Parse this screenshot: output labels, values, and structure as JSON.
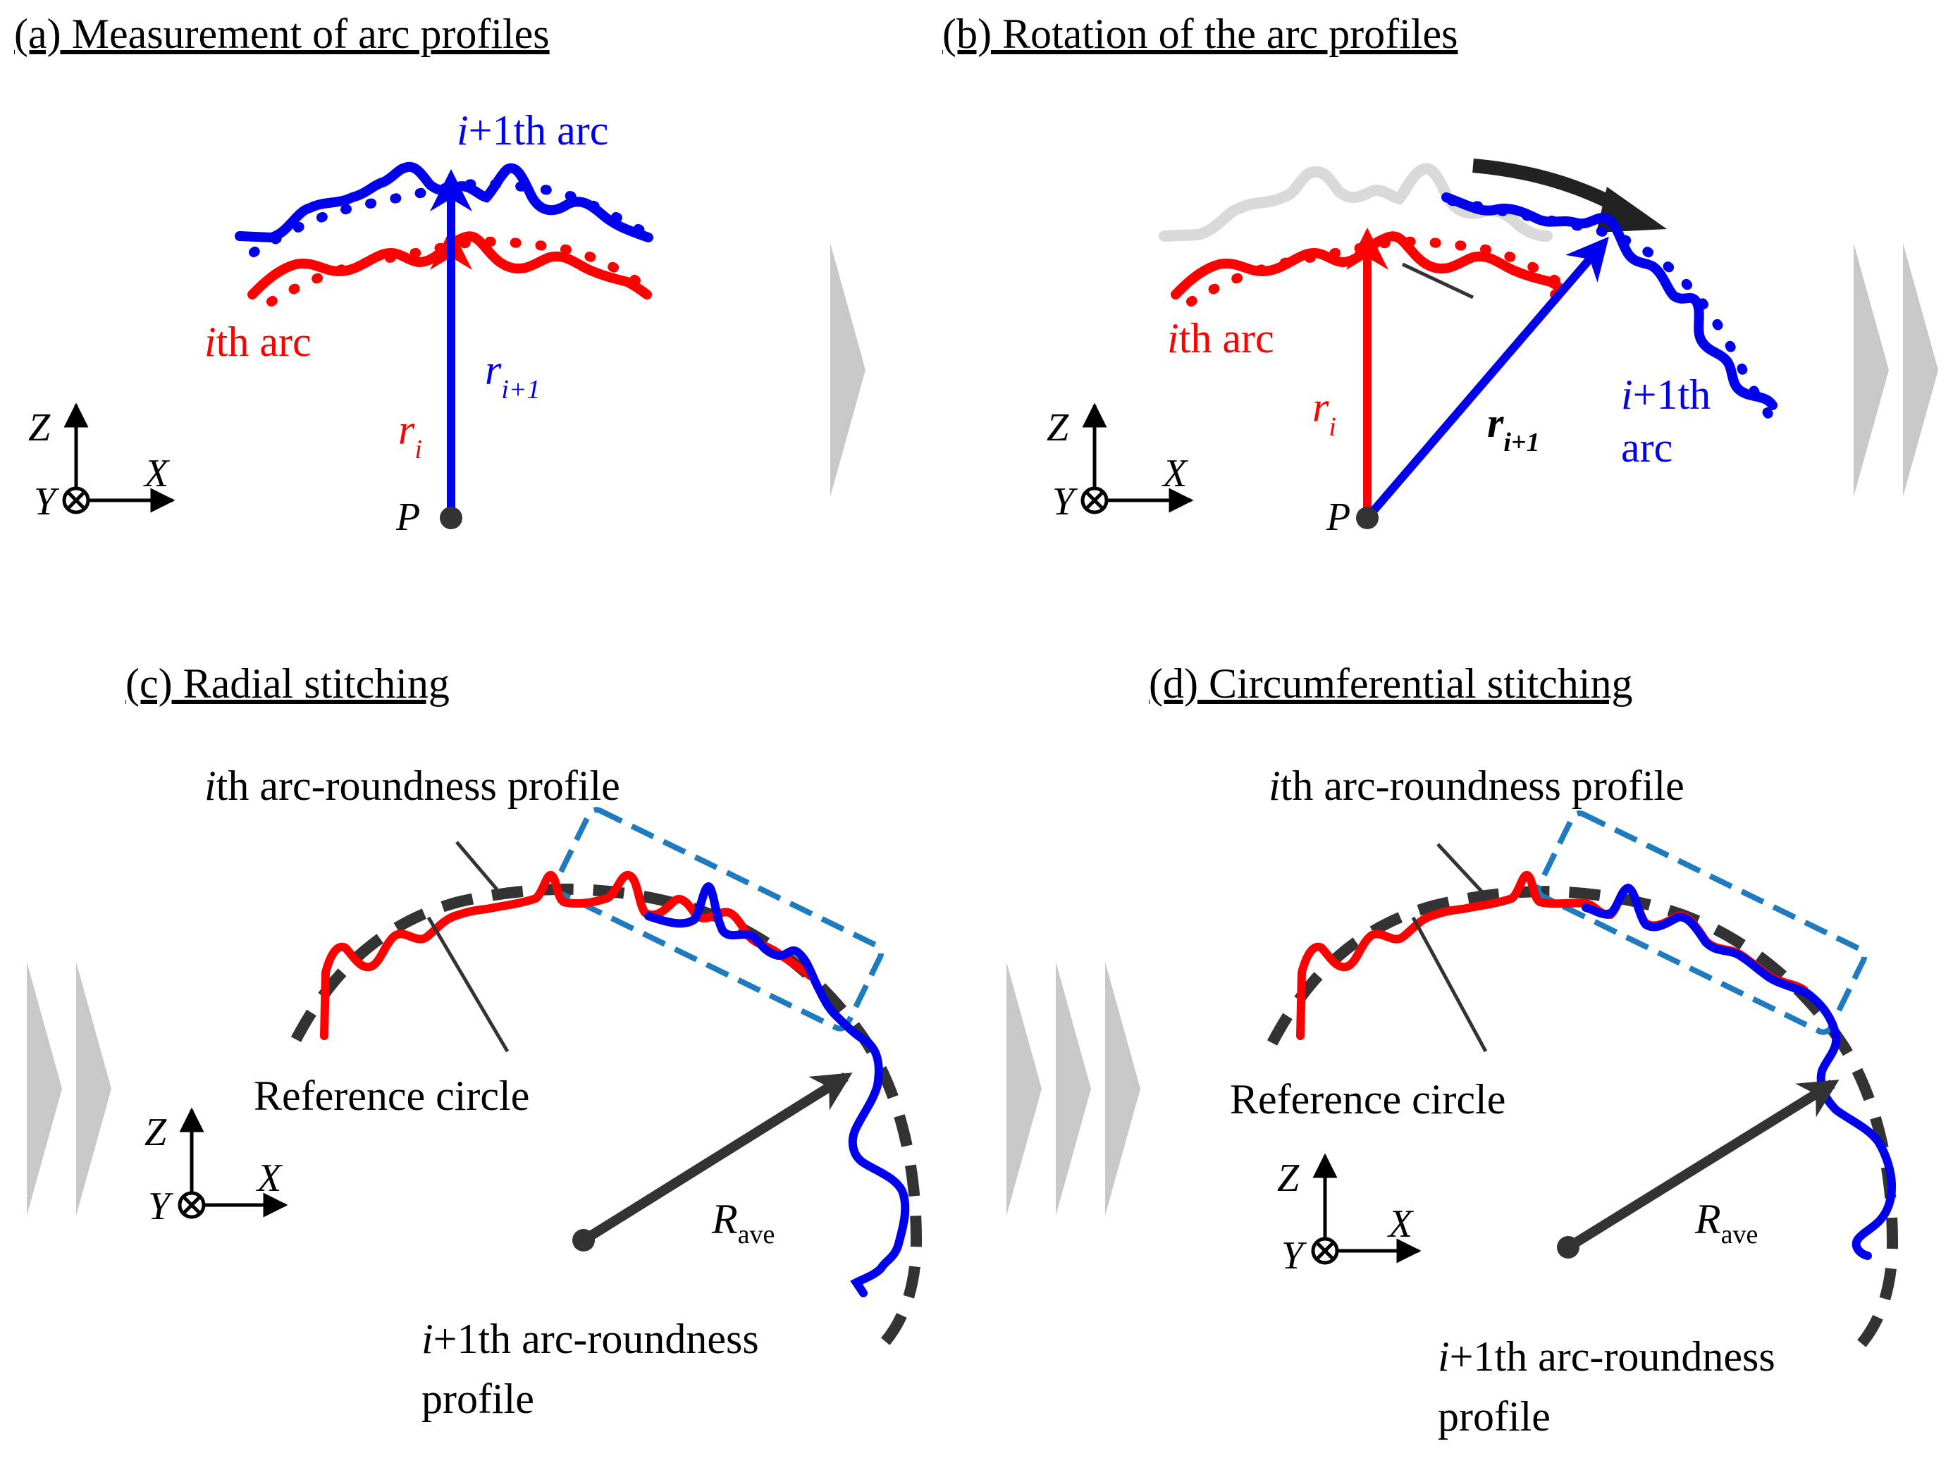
{
  "colors": {
    "red": "#ff0000",
    "blue": "#0000ee",
    "dark": "#333333",
    "gray_profile": "#d9d9d9",
    "chevron": "#c8c8c8",
    "highlight_box": "#1f7bbf"
  },
  "icons": [
    "chevron-right-icon",
    "axis-cross-icon",
    "curved-arrow-icon"
  ],
  "panels": {
    "a": {
      "title": "(a) Measurement of arc profiles",
      "upper_arc": {
        "italic": "i",
        "text": "+1th arc"
      },
      "lower_arc": {
        "italic": "i",
        "text": "th arc"
      },
      "r_next": {
        "main": "r",
        "sub": "i+1"
      },
      "r_cur": {
        "main": "r",
        "sub": "i"
      },
      "point": "P",
      "axes": {
        "z": "Z",
        "x": "X",
        "y": "Y"
      }
    },
    "b": {
      "title": "(b) Rotation of the arc profiles",
      "lower_arc": {
        "italic": "i",
        "text": "th arc"
      },
      "upper_arc": {
        "italic": "i",
        "text": "+1th",
        "line2": "arc"
      },
      "r_cur": {
        "main": "r",
        "sub": "i"
      },
      "r_next": {
        "main": "r",
        "sub": "i+1"
      },
      "point": "P",
      "axes": {
        "z": "Z",
        "x": "X",
        "y": "Y"
      }
    },
    "c": {
      "title": "(c) Radial stitching",
      "profile_i": {
        "italic": "i",
        "text": "th arc-roundness profile"
      },
      "reference": "Reference circle",
      "radius": {
        "main": "R",
        "sub": "ave"
      },
      "profile_next": {
        "italic": "i",
        "text": "+1th arc-roundness",
        "line2": "profile"
      },
      "axes": {
        "z": "Z",
        "x": "X",
        "y": "Y"
      }
    },
    "d": {
      "title": "(d) Circumferential stitching",
      "profile_i": {
        "italic": "i",
        "text": "th arc-roundness profile"
      },
      "reference": "Reference circle",
      "radius": {
        "main": "R",
        "sub": "ave"
      },
      "profile_next": {
        "italic": "i",
        "text": "+1th arc-roundness",
        "line2": "profile"
      },
      "axes": {
        "z": "Z",
        "x": "X",
        "y": "Y"
      }
    }
  }
}
